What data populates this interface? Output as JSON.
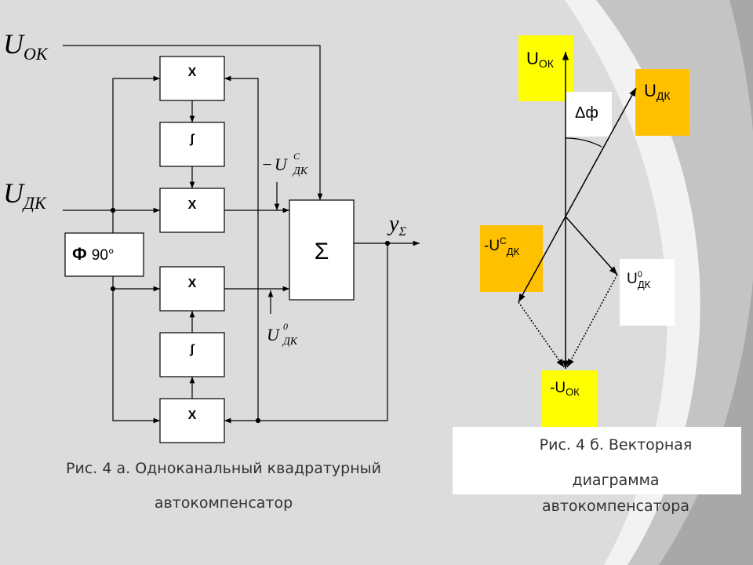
{
  "diagram_a": {
    "input_ok": {
      "main": "U",
      "sub": "ОК"
    },
    "input_dk": {
      "main": "U",
      "sub": "ДК"
    },
    "mult_label": "X",
    "integrator_label": "∫",
    "phase_label": "Ф",
    "phase_value": "90°",
    "sum_label": "Σ",
    "output": {
      "main": "y",
      "sub": "Σ"
    },
    "inject_top": {
      "prefix": "−",
      "main": "U",
      "sub": "ДК",
      "sup": "С"
    },
    "inject_bottom": {
      "main": "U",
      "sub": "ДК",
      "sup": "0"
    },
    "caption_line1": "Рис. 4 а. Одноканальный квадратурный",
    "caption_line2": "автокомпенсатор"
  },
  "diagram_b": {
    "label_uok": {
      "main": "U",
      "sub": "ОК"
    },
    "label_udk": {
      "main": "U",
      "sub": "ДК"
    },
    "label_dphi": "Δф",
    "label_neg_uc": {
      "prefix": "-U",
      "sup": "С",
      "sub": "ДК"
    },
    "label_u0": {
      "main": "U",
      "sup": "0",
      "sub": "ДК"
    },
    "label_neg_uok": {
      "main": "-U",
      "sub": "ОК"
    },
    "caption_line1": "Рис. 4 б. Векторная",
    "caption_line2": "диаграмма",
    "caption_line3": "автокомпенсатора"
  },
  "colors": {
    "background": "#dcdcdc",
    "yellow": "#ffff00",
    "orange": "#ffc000",
    "arc_light": "#ffffff",
    "arc_mid": "#c4c4c4",
    "arc_dark": "#a8a8a8",
    "stroke": "#000000"
  }
}
